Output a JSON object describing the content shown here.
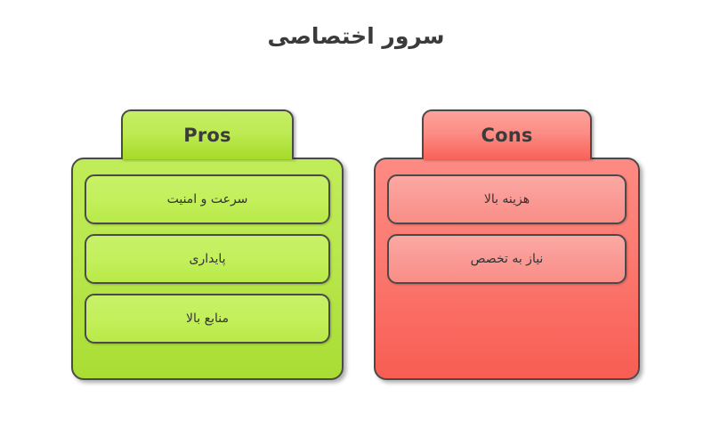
{
  "diagram": {
    "title": "سرور اختصاصی",
    "columns": [
      {
        "key": "pros",
        "header": "Pros",
        "accent_color": "#bae84f",
        "header_color": "#bdea52",
        "item_color": "#c3f05c",
        "border_color": "#4a4a4a",
        "items": [
          {
            "label": "سرعت و امنیت"
          },
          {
            "label": "پایداری"
          },
          {
            "label": "منابع بالا"
          }
        ]
      },
      {
        "key": "cons",
        "header": "Cons",
        "accent_color": "#fb7b72",
        "header_color": "#fb8d85",
        "item_color": "#fa9a95",
        "border_color": "#4a4a4a",
        "items": [
          {
            "label": "هزینه بالا"
          },
          {
            "label": "نیاز به تخصص"
          }
        ]
      }
    ]
  }
}
